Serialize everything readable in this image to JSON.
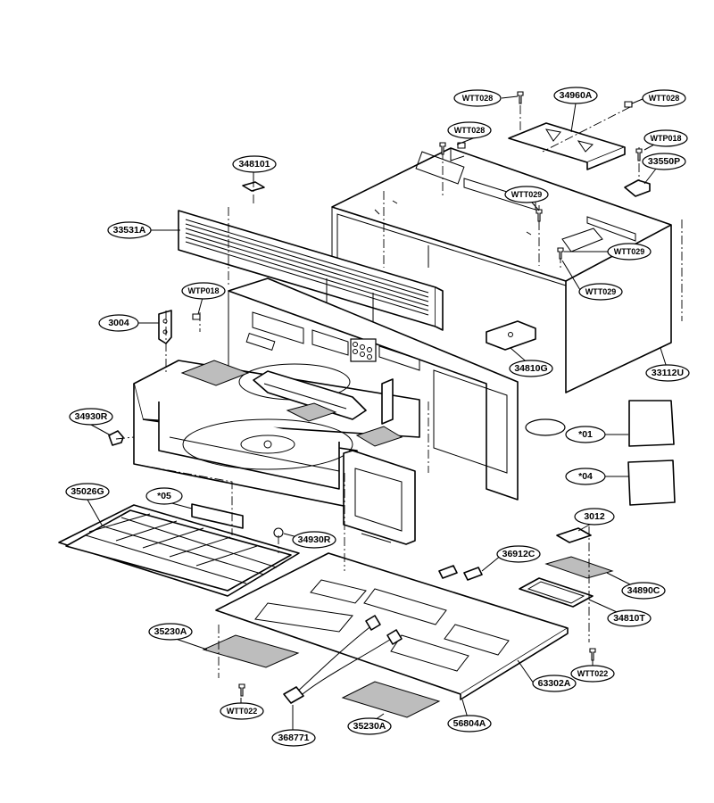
{
  "callouts": {
    "wtt028_top_left": "WTT028",
    "part_34960a": "34960A",
    "wtt028_top_right": "WTT028",
    "wtt028_mid": "WTT028",
    "wtp018_top": "WTP018",
    "part_33550p": "33550P",
    "part_348101": "348101",
    "wtt029_a": "WTT029",
    "part_33531a": "33531A",
    "wtt029_b": "WTT029",
    "wtt029_c": "WTT029",
    "wtp018_left": "WTP018",
    "part_3004": "3004",
    "part_34810g": "34810G",
    "part_33112u": "33112U",
    "part_34930r_left": "34930R",
    "blank_label": "",
    "part_01": "*01",
    "part_04": "*04",
    "part_35026g": "35026G",
    "part_05": "*05",
    "part_34930r_bottom": "34930R",
    "part_3012": "3012",
    "part_36912c": "36912C",
    "part_34890c": "34890C",
    "part_34810t": "34810T",
    "part_35230a_left": "35230A",
    "wtt022_right": "WTT022",
    "part_63302a": "63302A",
    "wtt022_left": "WTT022",
    "part_56804a": "56804A",
    "part_368771": "368771",
    "part_35230a_bottom": "35230A"
  }
}
